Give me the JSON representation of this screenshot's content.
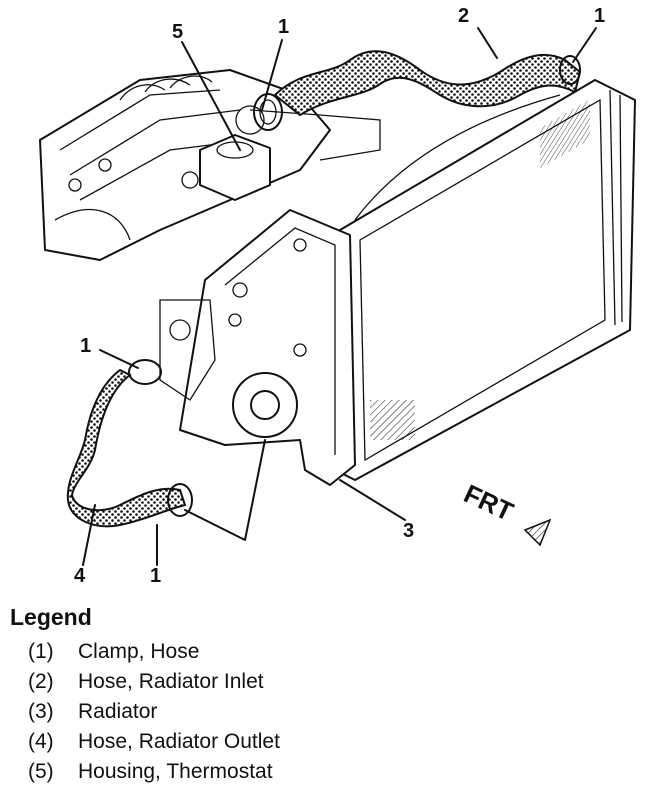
{
  "callouts": {
    "c1_top": "1",
    "c5": "5",
    "c2": "2",
    "c1_right": "1",
    "c1_left": "1",
    "c4": "4",
    "c1_bottom": "1",
    "c3": "3"
  },
  "frt_label": "FRT",
  "legend": {
    "title": "Legend",
    "items": [
      {
        "num": "(1)",
        "label": "Clamp, Hose"
      },
      {
        "num": "(2)",
        "label": "Hose, Radiator Inlet"
      },
      {
        "num": "(3)",
        "label": "Radiator"
      },
      {
        "num": "(4)",
        "label": "Hose, Radiator Outlet"
      },
      {
        "num": "(5)",
        "label": "Housing, Thermostat"
      }
    ]
  }
}
